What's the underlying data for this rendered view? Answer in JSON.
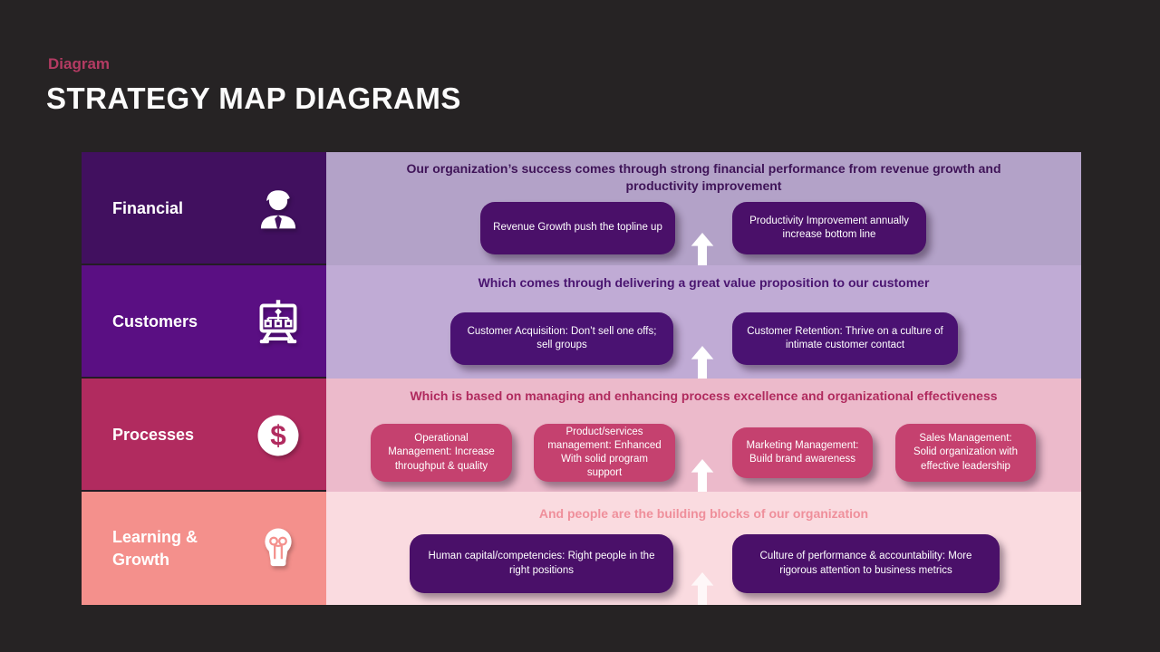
{
  "slide": {
    "eyebrow": "Diagram",
    "title": "STRATEGY MAP DIAGRAMS",
    "background": "#262324",
    "title_color": "#fbfbfb",
    "eyebrow_color": "#b43b63",
    "arrow_color": "#ffffff"
  },
  "rows": [
    {
      "label": "Financial",
      "icon": "businessman-icon",
      "header": "Our organization’s success comes through strong financial performance from revenue growth and productivity improvement",
      "boxes": [
        "Revenue Growth push the topline up",
        "Productivity Improvement annually increase bottom line"
      ],
      "colors": {
        "label_bg": "#41105f",
        "band_bg": "#b3a2c8",
        "header_text": "#3f1458",
        "box_bg": "#4a1069",
        "box_text": "#ffffff"
      }
    },
    {
      "label": "Customers",
      "icon": "orgchart-board-icon",
      "header": "Which comes through delivering a great value proposition to our customer",
      "boxes": [
        "Customer Acquisition: Don’t sell one offs; sell groups",
        "Customer Retention: Thrive on a culture of intimate customer contact"
      ],
      "colors": {
        "label_bg": "#5a0f83",
        "band_bg": "#c0abd5",
        "header_text": "#4a1570",
        "box_bg": "#4a1272",
        "box_text": "#ffffff"
      }
    },
    {
      "label": "Processes",
      "icon": "dollar-circle-icon",
      "header": "Which is based on managing and enhancing process excellence and organizational effectiveness",
      "boxes": [
        "Operational Management: Increase throughput & quality",
        "Product/services management: Enhanced With solid program support",
        "Marketing Management: Build brand awareness",
        "Sales Management: Solid organization with effective leadership"
      ],
      "colors": {
        "label_bg": "#b12b5f",
        "band_bg": "#ecbacb",
        "header_text": "#b02a5e",
        "box_bg": "#c5416f",
        "box_text": "#ffffff"
      }
    },
    {
      "label": "Learning & Growth",
      "icon": "lightbulb-icon",
      "header": "And people are the building blocks of our organization",
      "boxes": [
        "Human capital/competencies: Right people in the right positions",
        "Culture of performance & accountability: More rigorous attention to business metrics"
      ],
      "colors": {
        "label_bg": "#f4908c",
        "band_bg": "#fadbe0",
        "header_text": "#ef8f9b",
        "box_bg": "#4a1069",
        "box_text": "#ffffff"
      }
    }
  ]
}
